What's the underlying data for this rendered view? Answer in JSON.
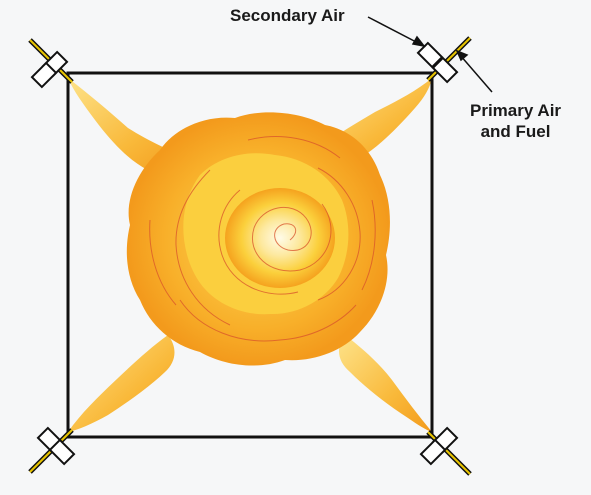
{
  "labels": {
    "secondary_air": "Secondary Air",
    "primary_air_line1": "Primary Air",
    "primary_air_line2": "and Fuel"
  },
  "colors": {
    "background": "#f6f7f8",
    "furnace_wall": "#111111",
    "fuel_pipe": "#e8c400",
    "fireball_outer": "#f5a21e",
    "fireball_mid": "#fbd03c",
    "fireball_core": "#fff6cf",
    "swirl_line": "#d9532b"
  },
  "icons": {
    "burner": "corner-burner-icon",
    "fireball": "tangential-fireball-icon"
  }
}
